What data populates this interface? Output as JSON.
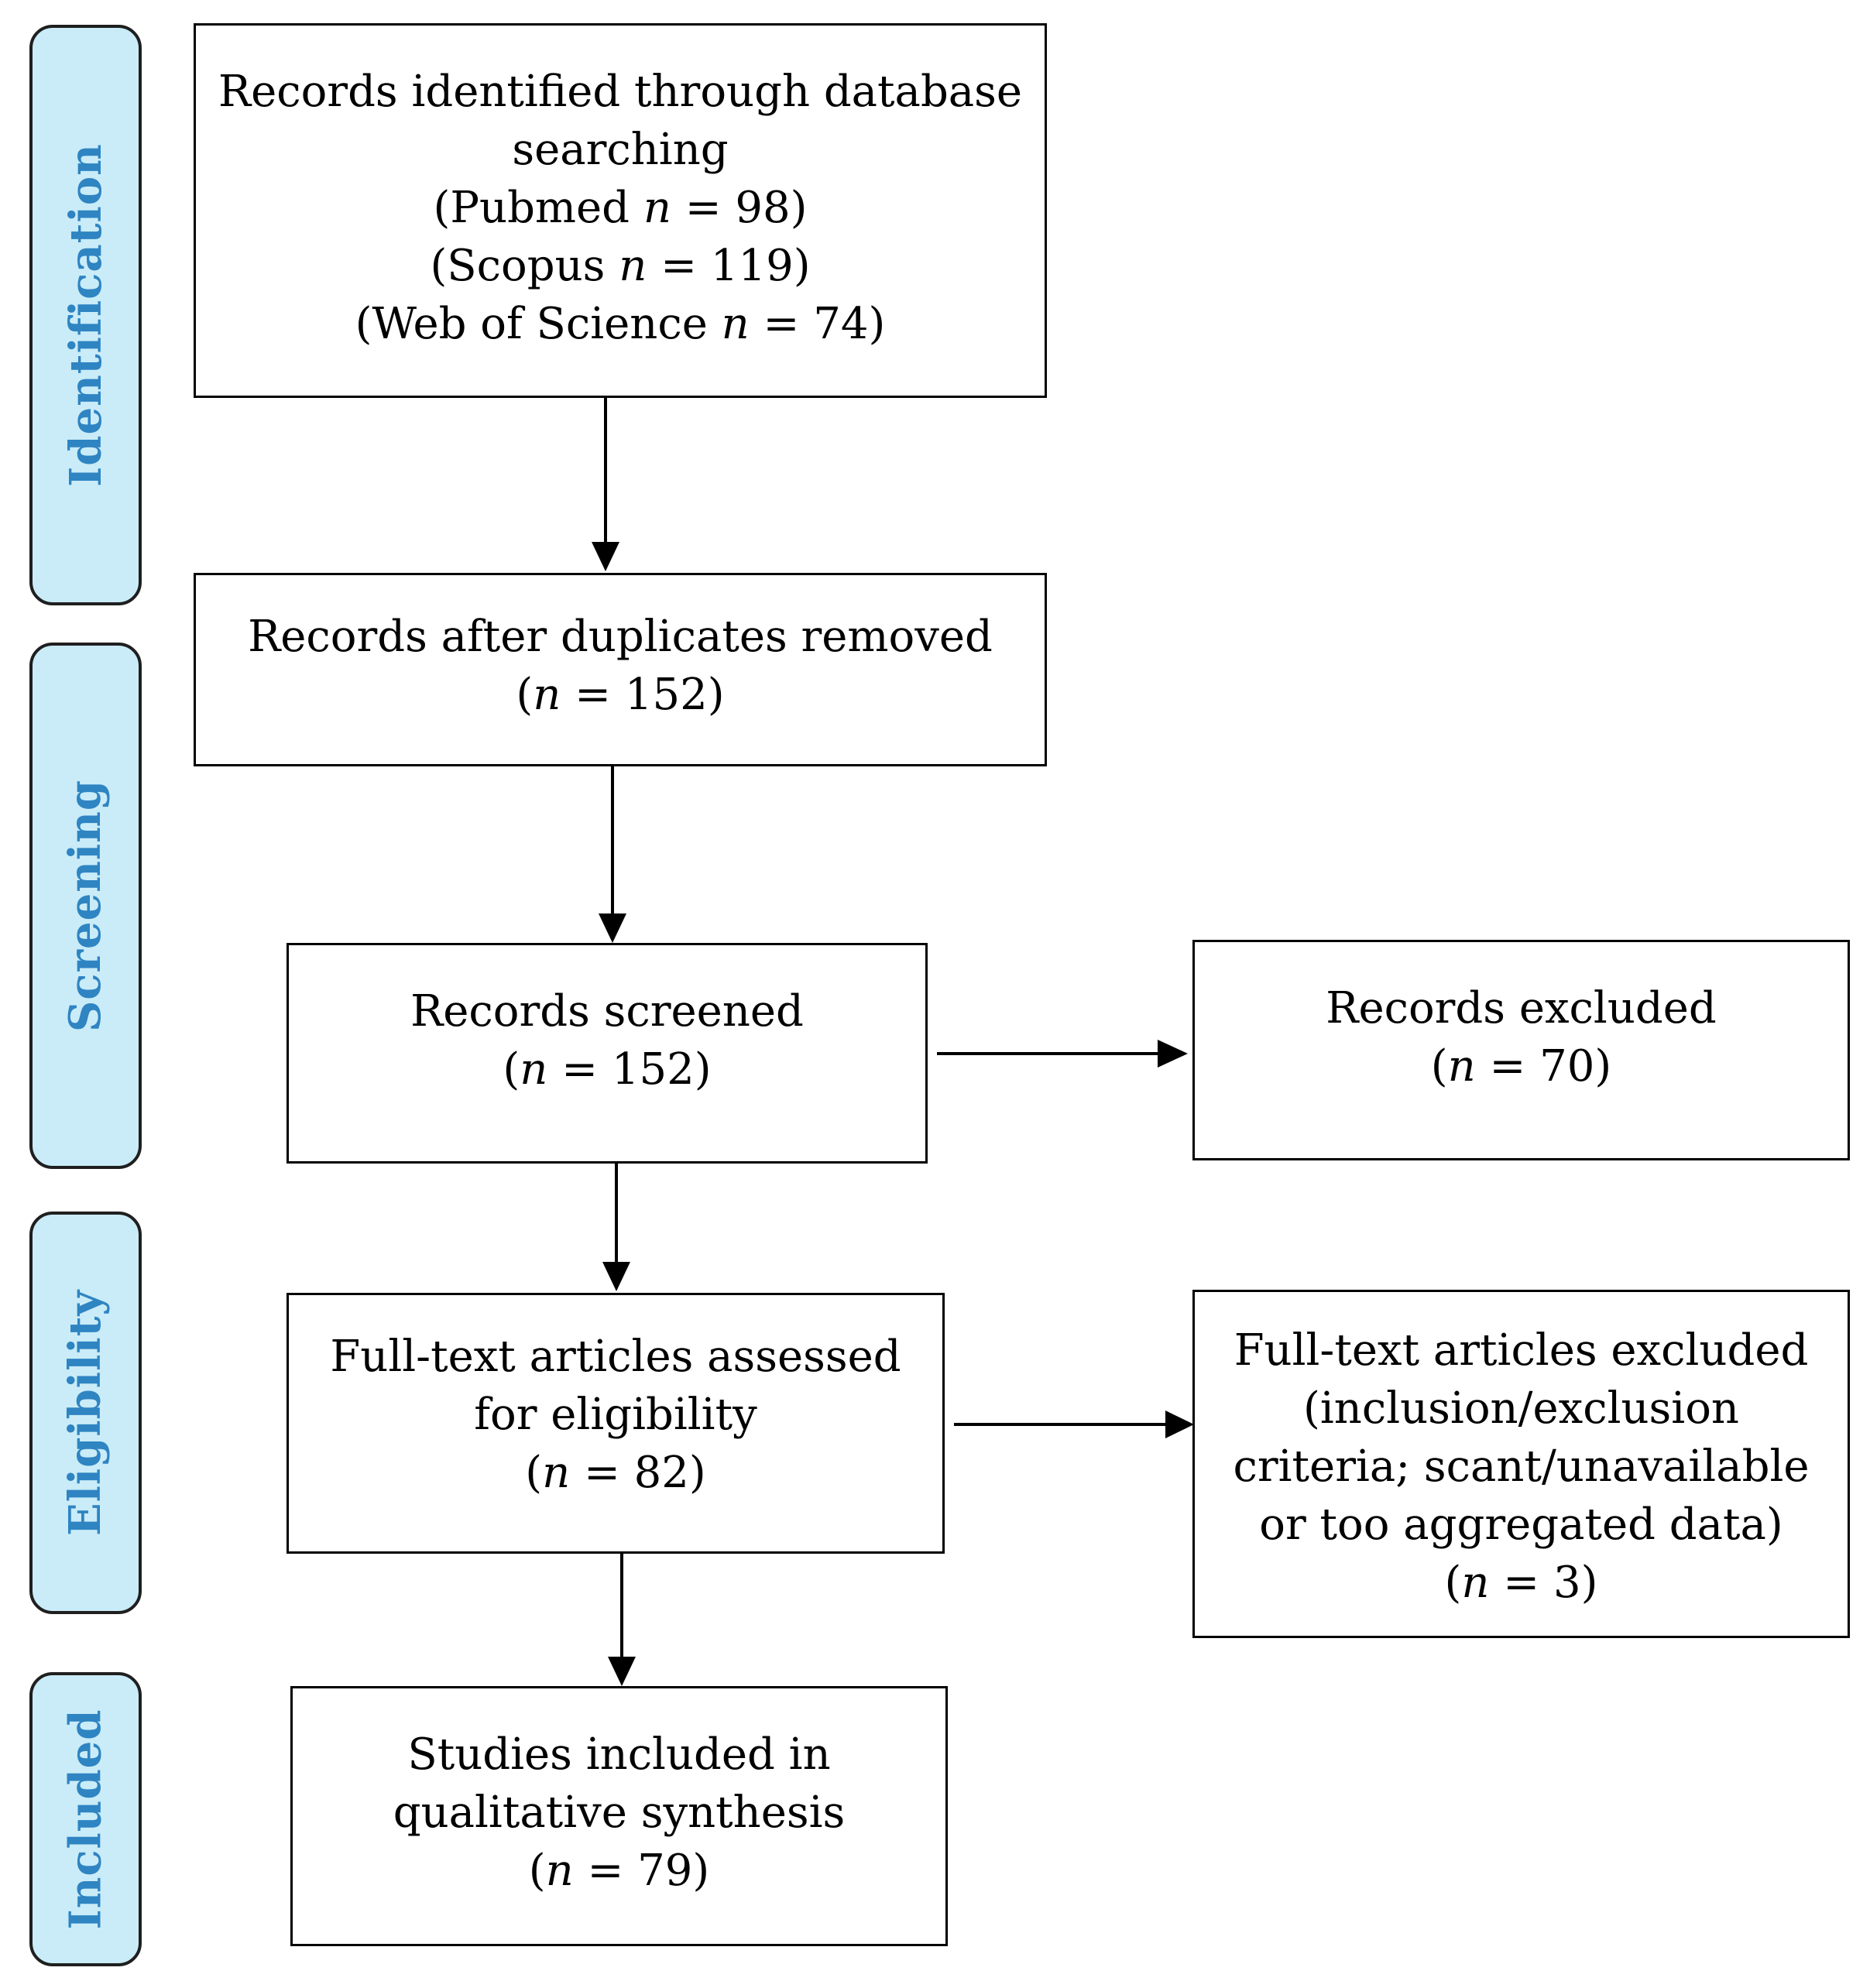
{
  "phases": [
    {
      "id": "identification",
      "label": "Identification"
    },
    {
      "id": "screening",
      "label": "Screening"
    },
    {
      "id": "eligibility",
      "label": "Eligibility"
    },
    {
      "id": "included",
      "label": "Included"
    }
  ],
  "boxes": {
    "identified": {
      "lines": [
        "Records identified through database",
        "searching"
      ],
      "counts": [
        {
          "pre": "(Pubmed ",
          "n": "n",
          "post": " = 98)"
        },
        {
          "pre": "(Scopus ",
          "n": "n",
          "post": " = 119)"
        },
        {
          "pre": "(Web of Science ",
          "n": "n",
          "post": " = 74)"
        }
      ]
    },
    "after_duplicates": {
      "lines": [
        "Records after duplicates removed"
      ],
      "counts": [
        {
          "pre": "(",
          "n": "n",
          "post": " =  152)"
        }
      ]
    },
    "screened": {
      "lines": [
        "Records screened"
      ],
      "counts": [
        {
          "pre": "(",
          "n": "n",
          "post": " =  152)"
        }
      ]
    },
    "excluded": {
      "lines": [
        "Records excluded"
      ],
      "counts": [
        {
          "pre": "(",
          "n": "n",
          "post": " =  70)"
        }
      ]
    },
    "fulltext": {
      "lines": [
        "Full-text articles assessed",
        "for eligibility"
      ],
      "counts": [
        {
          "pre": "(",
          "n": "n",
          "post": " = 82)"
        }
      ]
    },
    "fulltext_excluded": {
      "lines": [
        "Full-text articles excluded",
        "(inclusion/exclusion",
        "criteria; scant/unavailable",
        "or too aggregated data)"
      ],
      "counts": [
        {
          "pre": "(",
          "n": "n",
          "post": " = 3)"
        }
      ]
    },
    "included": {
      "lines": [
        "Studies included in",
        "qualitative synthesis"
      ],
      "counts": [
        {
          "pre": "(",
          "n": "n",
          "post": " = 79)"
        }
      ]
    }
  }
}
